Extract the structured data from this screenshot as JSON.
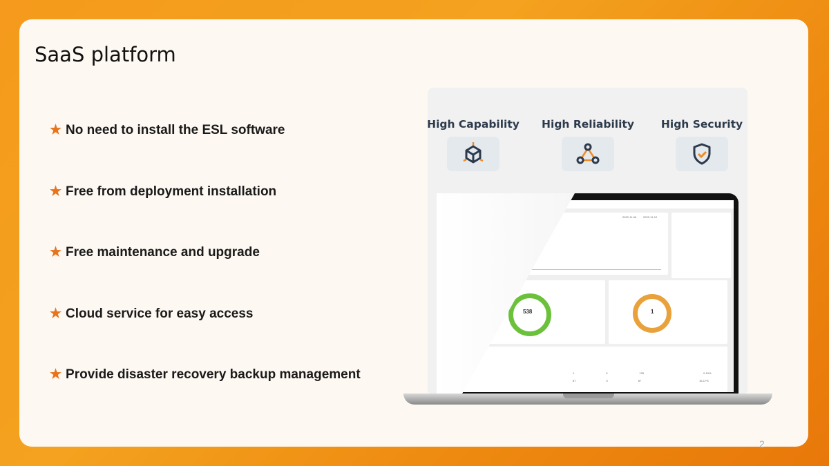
{
  "slide": {
    "title": "SaaS platform",
    "page_number": "2"
  },
  "bullets": [
    "No need to install the ESL software",
    "Free from deployment installation",
    "Free maintenance and upgrade",
    "Cloud service for easy access",
    "Provide disaster recovery backup management"
  ],
  "star": "★",
  "features": [
    {
      "label": "High Capability",
      "icon": "cube-icon"
    },
    {
      "label": "High Reliability",
      "icon": "network-triangle-icon"
    },
    {
      "label": "High Security",
      "icon": "shield-check-icon"
    }
  ],
  "dashboard": {
    "date_from": "2022-11-06",
    "date_to": "2022-11-12",
    "donut1_value": "538",
    "donut2_value": "1",
    "table_rows": [
      [
        "1",
        "0",
        "125",
        "0.19%"
      ],
      [
        "87",
        "0",
        "87",
        "16.17%"
      ]
    ]
  },
  "colors": {
    "accent": "#e8731a",
    "green": "#6cc13b",
    "amber": "#e9a23b"
  }
}
